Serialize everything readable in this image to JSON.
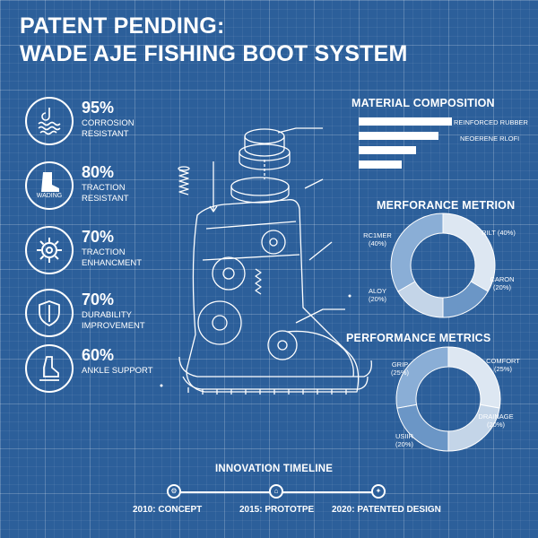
{
  "title_line1": "PATENT PENDING:",
  "title_line2": "WADE AJE FISHING BOOT SYSTEM",
  "stats": [
    {
      "percent": "95%",
      "label": "CORROSION RESISTANT",
      "icon": "water-hook-icon",
      "icon_label": ""
    },
    {
      "percent": "80%",
      "label": "TRACTION RESISTANT",
      "icon": "boot-icon",
      "icon_label": "WADING"
    },
    {
      "percent": "70%",
      "label": "TRACTION ENHANCMENT",
      "icon": "gear-icon",
      "icon_label": ""
    },
    {
      "percent": "70%",
      "label": "DURABILITY IMPROVEMENT",
      "icon": "shield-icon",
      "icon_label": ""
    },
    {
      "percent": "60%",
      "label": "ANKLE SUPPORT",
      "icon": "ankle-icon",
      "icon_label": ""
    }
  ],
  "material": {
    "title": "MATERIAL COMPOSITION",
    "bars": [
      {
        "label": "REINFORCED RUBBER",
        "value": 1.0
      },
      {
        "label": "NEOERENE RLOFI",
        "value": 0.86
      },
      {
        "label": "",
        "value": 0.62
      },
      {
        "label": "",
        "value": 0.46
      }
    ]
  },
  "chart_data": [
    {
      "type": "pie",
      "title": "MERFORANCE METRION",
      "labels": [
        "RILT (40%)",
        "CARON (20%)",
        "ALOY (20%)",
        "RC1MER (40%)"
      ],
      "values": [
        40,
        20,
        20,
        40
      ],
      "colors": [
        "#dde7f2",
        "#6b96c6",
        "#c4d5e8",
        "#8aaed6"
      ]
    },
    {
      "type": "pie",
      "title": "PERFORMANCE METRICS",
      "labels": [
        "COMFORT (25%)",
        "DRAINAGE (20%)",
        "USIIR (20%)",
        "GRIP (25%)"
      ],
      "values": [
        25,
        20,
        20,
        25
      ],
      "colors": [
        "#dde7f2",
        "#c4d5e8",
        "#6b96c6",
        "#8aaed6"
      ]
    }
  ],
  "timeline": {
    "title": "INNOVATION TIMELINE",
    "items": [
      {
        "label": "2010: CONCEPT"
      },
      {
        "label": "2015: PROTOTPE"
      },
      {
        "label": "2020: PATENTED DESIGN"
      }
    ]
  }
}
